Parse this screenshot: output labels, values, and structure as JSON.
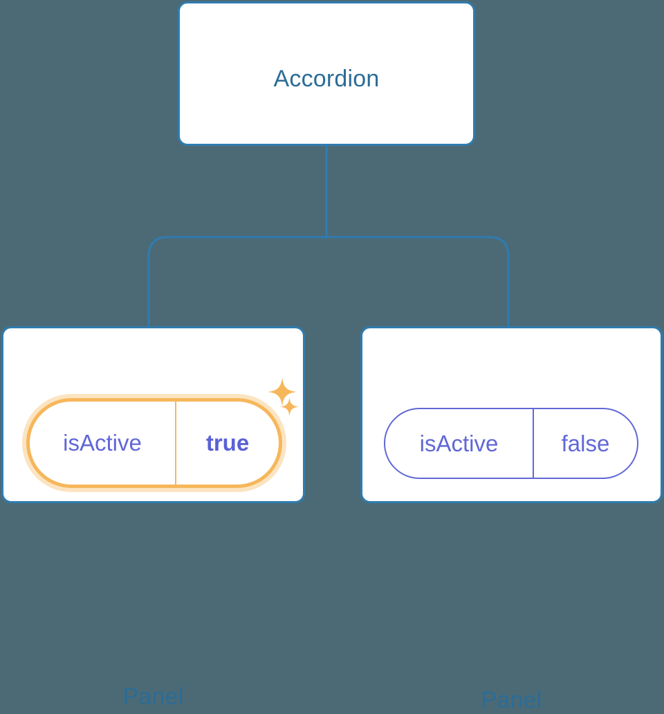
{
  "diagram": {
    "type": "component-tree",
    "background_color": "#4c6a76",
    "node_border_color": "#2f7cb0",
    "node_fill_color": "#ffffff",
    "title_text_color": "#2b6c96",
    "prop_text_color": "#6167d6",
    "highlight_color": "#f6b75b",
    "highlight_glow_color": "#fbdfac",
    "connector_color": "#2f7cb0"
  },
  "root": {
    "title": "Accordion"
  },
  "children": [
    {
      "title": "Panel",
      "highlighted": true,
      "prop": {
        "key": "isActive",
        "value": "true"
      },
      "sparkles": [
        {
          "name": "sparkle-large"
        },
        {
          "name": "sparkle-small"
        }
      ]
    },
    {
      "title": "Panel",
      "highlighted": false,
      "prop": {
        "key": "isActive",
        "value": "false"
      }
    }
  ],
  "icons": {
    "sparkle_large": "sparkle-icon",
    "sparkle_small": "sparkle-icon"
  }
}
